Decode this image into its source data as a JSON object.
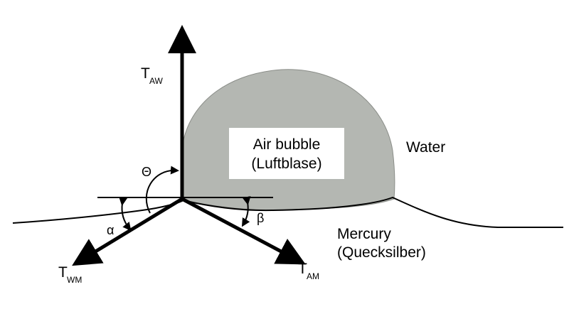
{
  "labels": {
    "bubble_line1": "Air bubble",
    "bubble_line2": "(Luftblase)",
    "water": "Water",
    "mercury_line1": "Mercury",
    "mercury_line2": "(Quecksilber)",
    "theta": "Θ",
    "alpha": "α",
    "beta": "β",
    "t_aw_main": "T",
    "t_aw_sub": "AW",
    "t_wm_main": "T",
    "t_wm_sub": "WM",
    "t_am_main": "T",
    "t_am_sub": "AM"
  },
  "colors": {
    "bubble_fill": "#b4b7b2",
    "line": "#000000",
    "label_box": "#ffffff"
  }
}
